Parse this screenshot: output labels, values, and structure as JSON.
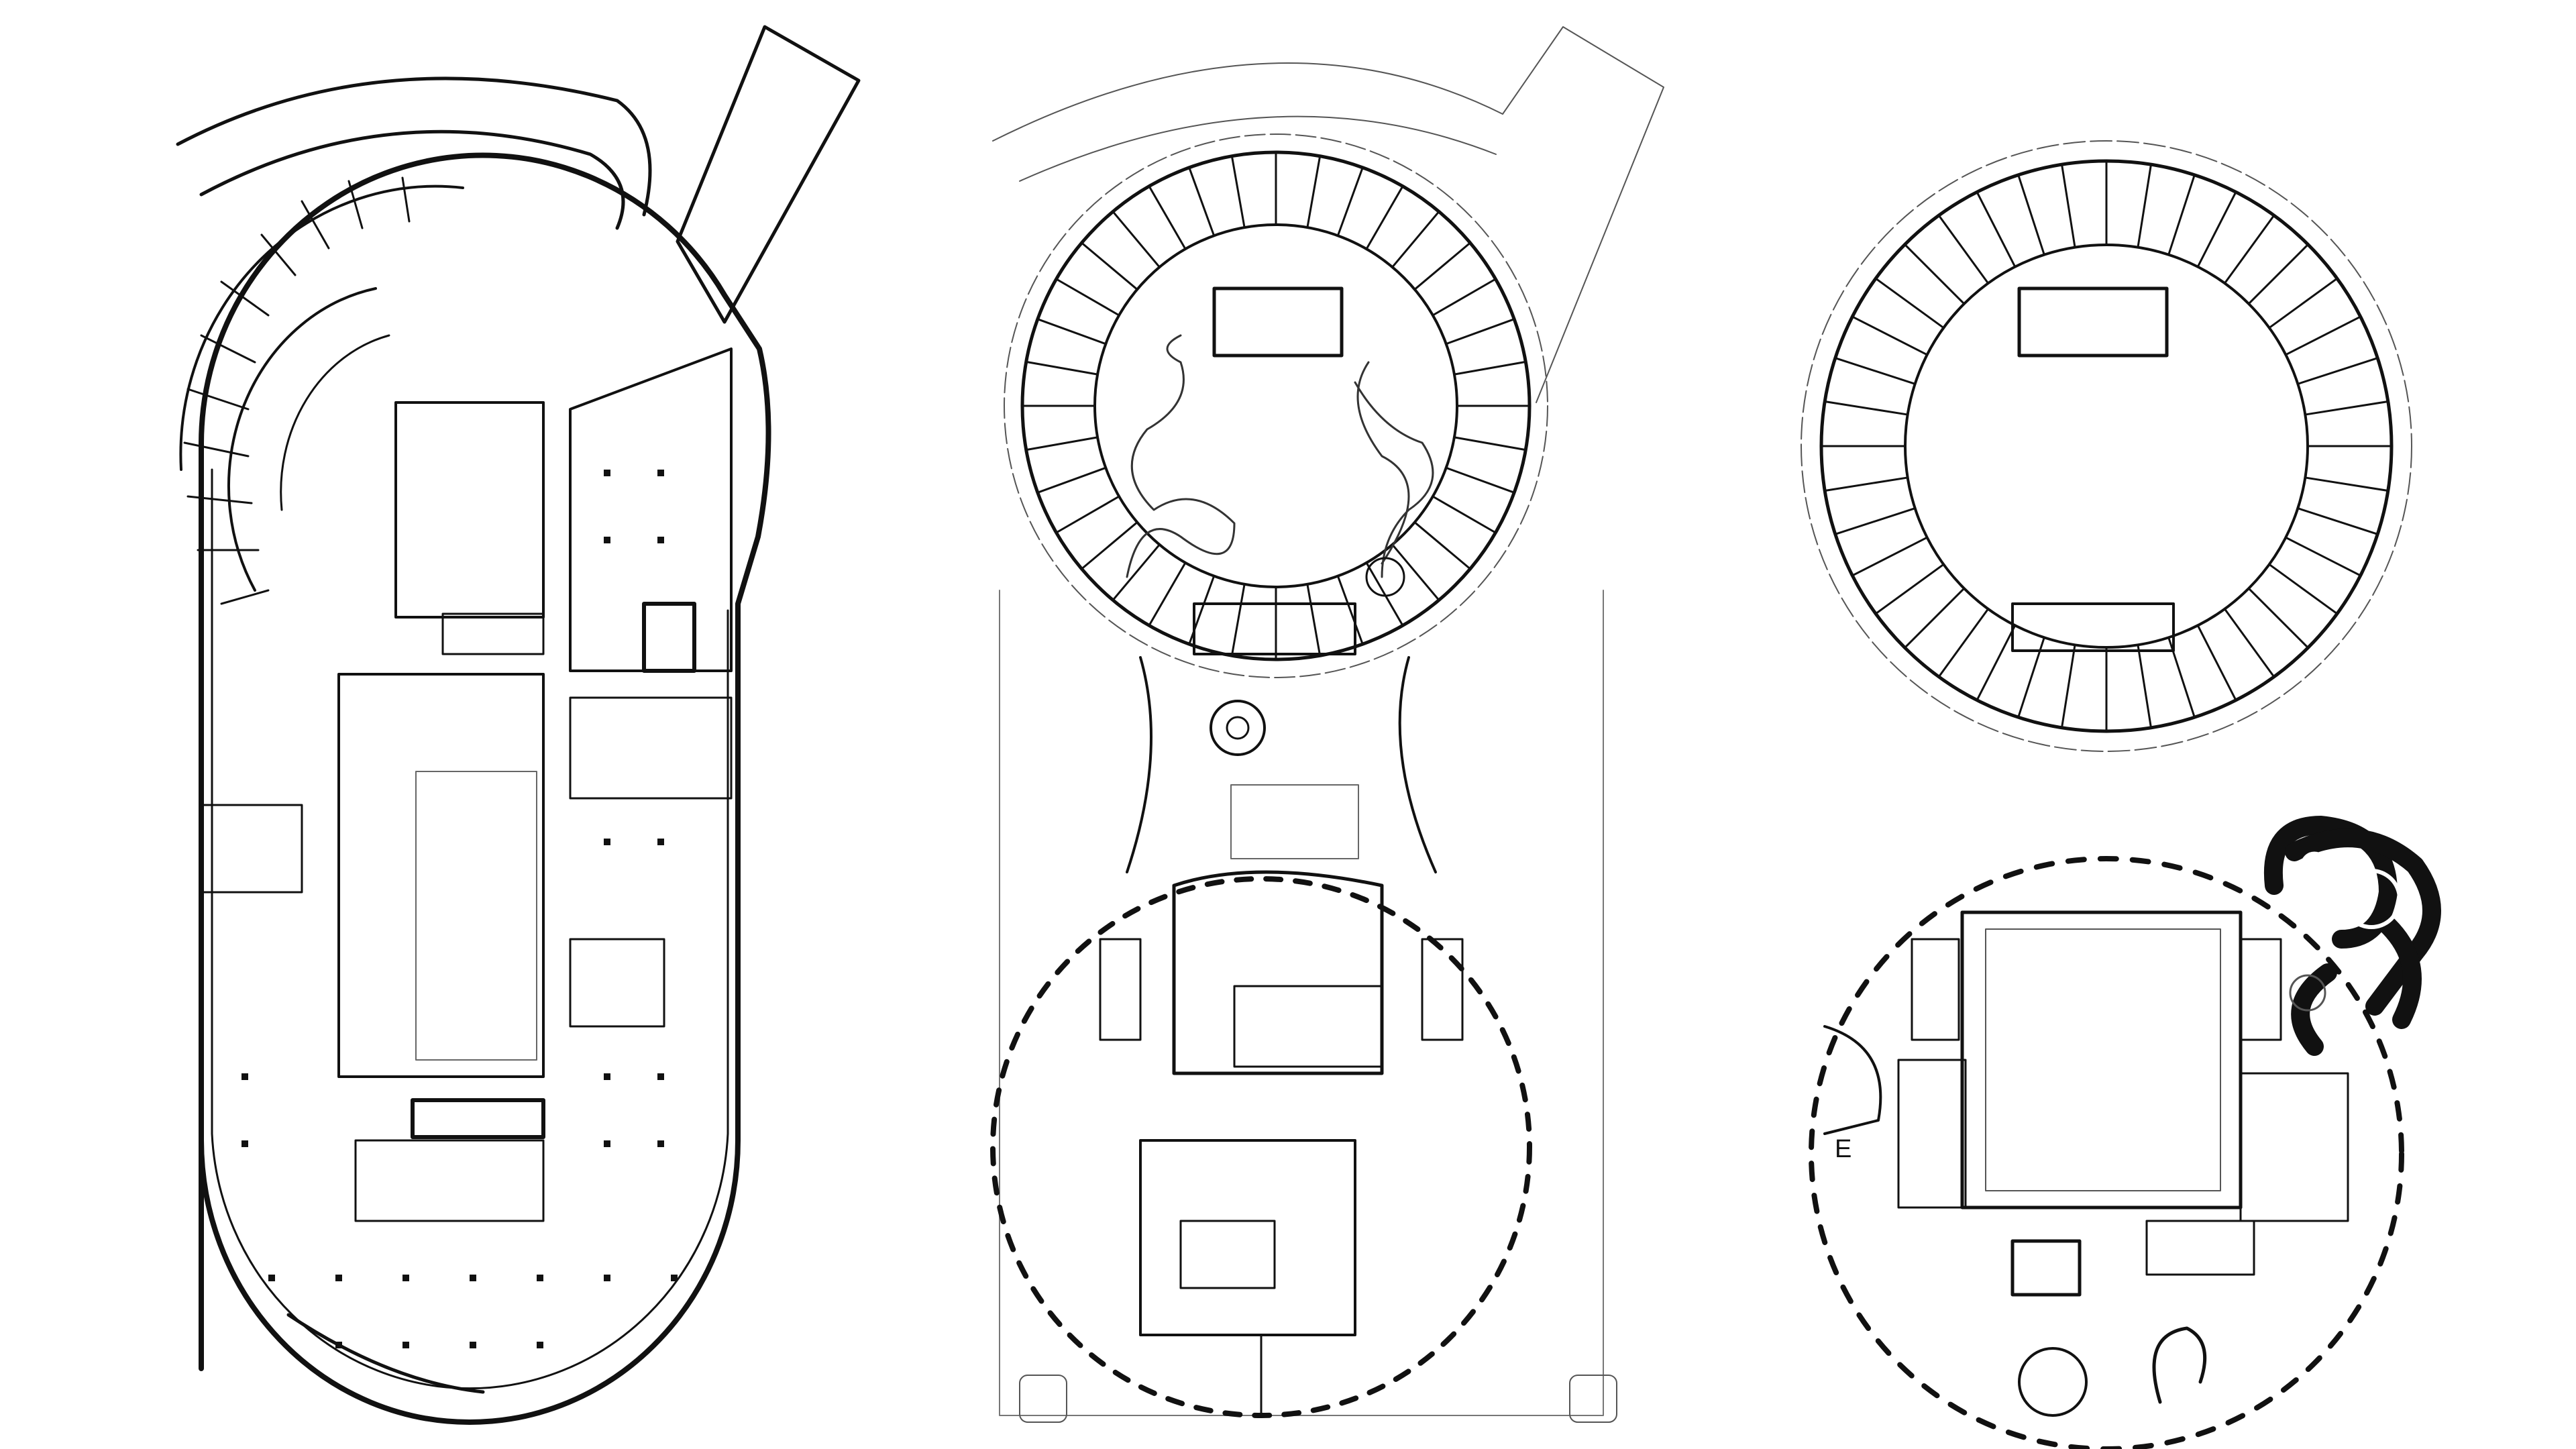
{
  "drawing": {
    "kind": "architectural floor plans",
    "plan_count": 3,
    "line_color": "#111111",
    "thin_line_color": "#444444",
    "fill_dark": "#111111",
    "background": "#ffffff"
  },
  "plans": [
    {
      "id": "plan-1",
      "shape": "stadium-with-curved-ramp"
    },
    {
      "id": "plan-2",
      "shape": "ring-over-serrated-circle"
    },
    {
      "id": "plan-3",
      "shape": "ring-and-serrated-circle-with-slides"
    }
  ],
  "labels": {
    "e_mark": "E"
  }
}
